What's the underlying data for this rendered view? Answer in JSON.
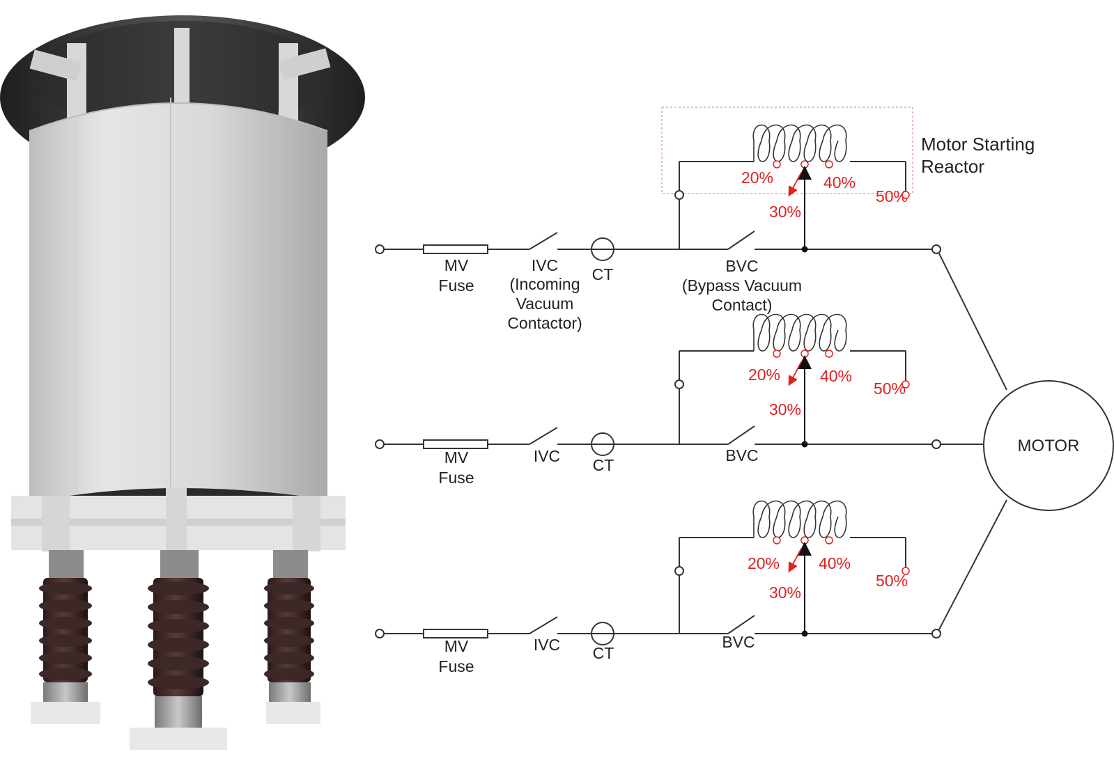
{
  "colors": {
    "wire": "#333333",
    "tap_label": "#e02020",
    "reactor_body": "#dcdcdc",
    "hood": "#3a3a3a",
    "insulator": "#3b2626",
    "label_text": "#222222",
    "boundary": "#f0a0a0"
  },
  "reactor_title_line1": "Motor Starting",
  "reactor_title_line2": "Reactor",
  "motor_label": "MOTOR",
  "tap_labels": {
    "t20": "20%",
    "t30": "30%",
    "t40": "40%",
    "t50": "50%"
  },
  "phases": [
    {
      "fuse_label": [
        "MV",
        "Fuse"
      ],
      "ivc_label": [
        "IVC",
        "(Incoming",
        "Vacuum",
        "Contactor)"
      ],
      "ct_label": "CT",
      "bvc_label": [
        "BVC",
        "(Bypass Vacuum",
        "Contact)"
      ]
    },
    {
      "fuse_label": [
        "MV",
        "Fuse"
      ],
      "ivc_label": [
        "IVC"
      ],
      "ct_label": "CT",
      "bvc_label": [
        "BVC"
      ]
    },
    {
      "fuse_label": [
        "MV",
        "Fuse"
      ],
      "ivc_label": [
        "IVC"
      ],
      "ct_label": "CT",
      "bvc_label": [
        "BVC"
      ]
    }
  ]
}
